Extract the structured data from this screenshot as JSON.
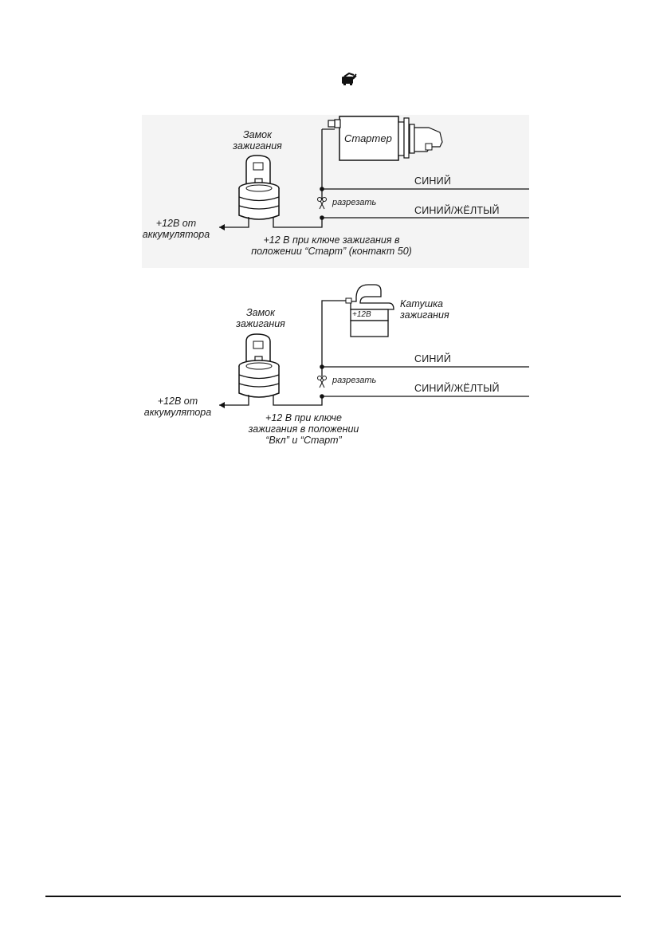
{
  "header": {
    "icon": "car-hood-icon"
  },
  "diagram1": {
    "lock_label_line1": "Замок",
    "lock_label_line2": "зажигания",
    "starter_label": "Стартер",
    "wire_blue": "СИНИЙ",
    "wire_blue_yellow": "СИНИЙ/ЖЁЛТЫЙ",
    "cut_label": "разрезать",
    "battery_line1": "+12В от",
    "battery_line2": "аккумулятора",
    "note_line1": "+12 В при ключе зажигания в",
    "note_line2": "положении “Старт” (контакт 50)"
  },
  "diagram2": {
    "lock_label_line1": "Замок",
    "lock_label_line2": "зажигания",
    "coil_label_line1": "Катушка",
    "coil_label_line2": "зажигания",
    "coil_terminal": "+12В",
    "wire_blue": "СИНИЙ",
    "wire_blue_yellow": "СИНИЙ/ЖЁЛТЫЙ",
    "cut_label": "разрезать",
    "battery_line1": "+12В от",
    "battery_line2": "аккумулятора",
    "note_line1": "+12 В при ключе",
    "note_line2": "зажигания в положении",
    "note_line3": "“Вкл” и “Старт”"
  },
  "icons": {
    "lock": "ignition-lock-icon",
    "starter": "starter-motor-icon",
    "coil": "ignition-coil-icon",
    "scissors": "scissors-icon"
  }
}
